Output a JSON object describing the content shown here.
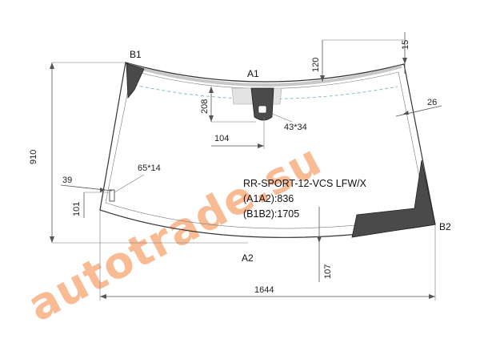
{
  "drawing": {
    "points": {
      "b1": "B1",
      "a1": "A1",
      "a2": "A2",
      "b2": "B2"
    },
    "dimensions": {
      "top_edge": "15",
      "top_offset": "120",
      "sensor_height": "208",
      "side_offset": "26",
      "sensor_width": "104",
      "mirror_pad": "43*34",
      "overall_height": "910",
      "vin_window": "65*14",
      "left_offset": "39",
      "left_lower": "101",
      "bottom_offset": "107",
      "overall_width": "1644"
    },
    "spec": {
      "model": "RR-SPORT-12-VCS LFW/X",
      "a1a2": "(A1A2):836",
      "b1b2": "(B1B2):1705"
    }
  },
  "watermark": {
    "text": "autotrade.su",
    "color": "#f6a56f"
  }
}
